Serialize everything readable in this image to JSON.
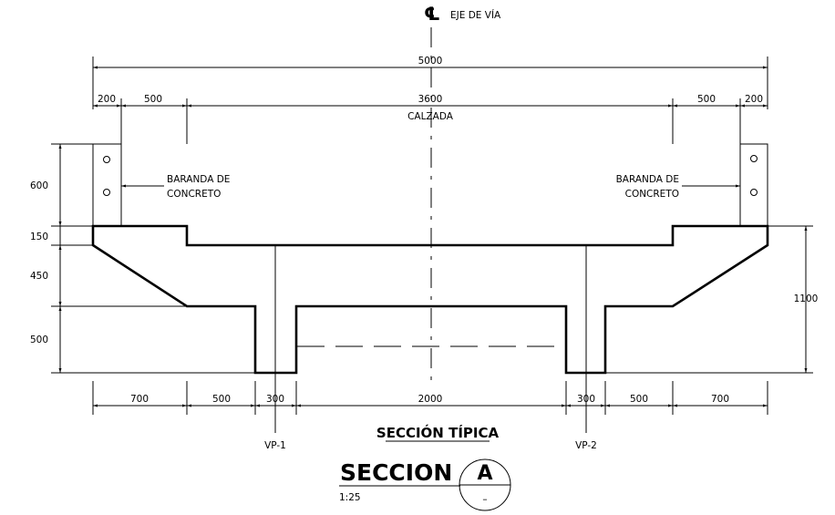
{
  "centerline": {
    "symbol": "℄",
    "label": "EJE DE VÍA"
  },
  "dimensions": {
    "total_width": "5000",
    "left_barrier": "200",
    "left_shoulder": "500",
    "roadway": "3600",
    "roadway_label": "CALZADA",
    "right_shoulder": "500",
    "right_barrier": "200",
    "barrier_height": "600",
    "slab": "150",
    "haunch": "450",
    "beam": "500",
    "total_height": "1100",
    "bottom_left_overhang": "700",
    "bottom_left_gap": "500",
    "beam_left_width": "300",
    "between_beams": "2000",
    "beam_right_width": "300",
    "bottom_right_gap": "500",
    "bottom_right_overhang": "700"
  },
  "labels": {
    "left_barrier_line1": "BARANDA DE",
    "left_barrier_line2": "CONCRETO",
    "right_barrier_line1": "BARANDA DE",
    "right_barrier_line2": "CONCRETO",
    "beam_left": "VP-1",
    "beam_right": "VP-2"
  },
  "title": {
    "section_typical": "SECCIÓN TÍPICA",
    "section": "SECCION",
    "scale": "1:25",
    "marker": "A",
    "sheet": "–"
  }
}
